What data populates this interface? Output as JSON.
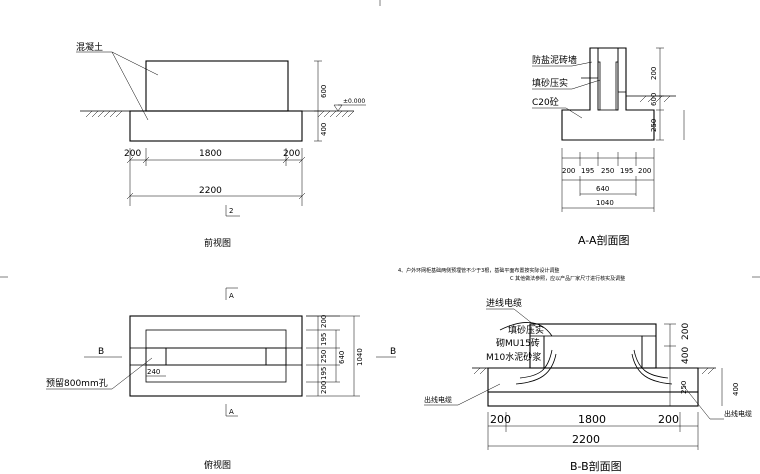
{
  "front_view": {
    "material_label": "混凝土",
    "dim_h_upper": "600",
    "dim_h_lower": "400",
    "elevation": "±0.000",
    "dim_left": "200",
    "dim_mid": "1800",
    "dim_right": "200",
    "dim_total": "2200",
    "section_mark": "2",
    "caption": "前视图"
  },
  "section_aa": {
    "label_wall": "防盐泥砖墙",
    "label_sand": "填砂压实",
    "label_concrete": "C20砼",
    "dim_r1": "200",
    "dim_r2": "600",
    "dim_r3": "250",
    "dims_bottom": [
      "200",
      "195",
      "250",
      "195",
      "200"
    ],
    "dim_sub": "640",
    "dim_total": "1040",
    "caption": "A-A剖面图"
  },
  "notes": {
    "line1": "4、户外环网柜基础两侧预埋管不少于3根，基础平面布置按实际设计调整",
    "line2": "C 其他做法参照，应以产品厂家尺寸进行核实及调整"
  },
  "top_view": {
    "section_mark_top": "A",
    "section_mark_bottom": "A",
    "section_b_left": "B",
    "section_b_right": "B",
    "hole_label": "预留800mm孔",
    "dim_hole": "240",
    "dims_right": [
      "200",
      "195",
      "250",
      "195",
      "200"
    ],
    "dim_sub": "640",
    "dim_total": "1040",
    "caption": "俯视图"
  },
  "section_bb": {
    "label_cable_in": "进线电缆",
    "label_sand": "填砂压实",
    "label_brick": "砌MU15砖",
    "label_mortar": "M10水泥砂浆",
    "label_cable_out_left": "出线电缆",
    "label_cable_out_right": "出线电缆",
    "dim_h1": "200",
    "dim_h2": "400",
    "dim_h3": "250",
    "dim_h4": "400",
    "dim_left": "200",
    "dim_mid": "1800",
    "dim_right": "200",
    "dim_total": "2200",
    "caption": "B-B剖面图"
  }
}
